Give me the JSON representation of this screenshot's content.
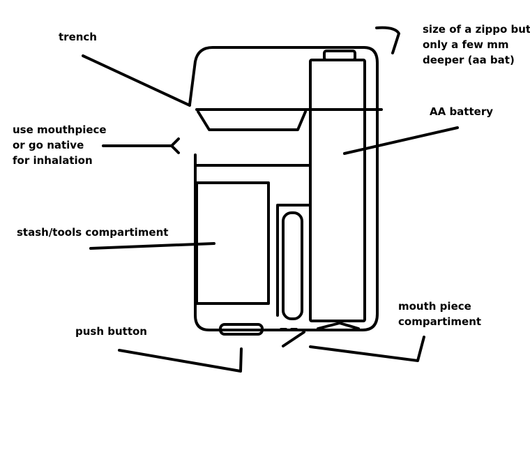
{
  "labels": {
    "trench": "trench",
    "size_note": [
      "size of a zippo but",
      "only a few mm",
      "deeper (aa bat)"
    ],
    "mouthpiece_note": [
      "use mouthpiece",
      "or go native",
      "for inhalation"
    ],
    "aa_battery": "AA battery",
    "stash": "stash/tools compartiment",
    "mouth_piece_compartment": [
      "mouth piece",
      "compartiment"
    ],
    "push_button": "push button"
  },
  "colors": {
    "ink": "#000000",
    "background": "#ffffff"
  }
}
